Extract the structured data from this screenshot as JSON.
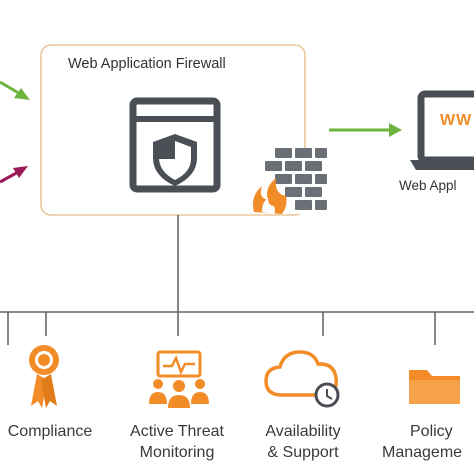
{
  "waf": {
    "title": "Web Application Firewall"
  },
  "web_app": {
    "label": "Web Appl",
    "screen_text": "WW"
  },
  "features": [
    {
      "line1": "Compliance",
      "line2": "",
      "icon": "award-ribbon-icon"
    },
    {
      "line1": "Active Threat",
      "line2": "Monitoring",
      "icon": "monitoring-team-icon"
    },
    {
      "line1": "Availability",
      "line2": "& Support",
      "icon": "cloud-clock-icon"
    },
    {
      "line1": "Policy",
      "line2": "Manageme",
      "icon": "folder-icon"
    }
  ],
  "colors": {
    "orange": "#f28c28",
    "dark_gray": "#4a4f55",
    "green": "#6cb33f",
    "magenta": "#9b1b5a",
    "box_border": "#e8c89a",
    "line": "#666666"
  }
}
